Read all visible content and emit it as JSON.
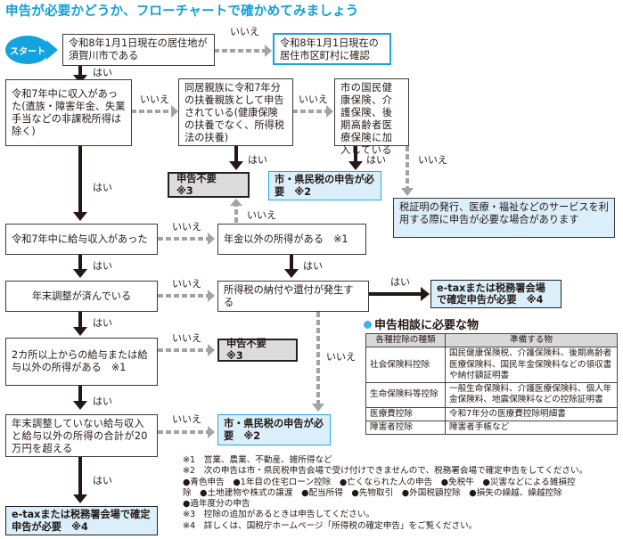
{
  "title": "申告が必要かどうか、フローチャートで確かめてみましょう",
  "start_label": "スタート",
  "answers": {
    "yes": "はい",
    "no": "いいえ"
  },
  "boxes": {
    "q_residence": "令和8年1月1日現在の居住地が須賀川市である",
    "confirm_municipality": "令和8年1月1日現在の居住市区町村に確認",
    "q_income": "令和7年中に収入があった(遺族・障害年金、失業手当などの非課税所得は除く)",
    "q_dependent": "同居親族に令和7年分の扶養親族として申告されている(健康保険の扶養でなく、所得税法の扶養)",
    "q_insurance": "市の国民健康保険、介護保険、後期高齢者医療保険に加入している",
    "not_required_1": "申告不要　※3",
    "city_tax_required_1": "市・県民税の申告が必要　※2",
    "note_certificate": "税証明の発行、医療・福祉などのサービスを利用する際に申告が必要な場合があります",
    "q_salary": "令和7年中に給与収入があった",
    "q_other_than_pension": "年金以外の所得がある　※1",
    "q_year_end": "年末調整が済んでいる",
    "q_tax_payment": "所得税の納付や還付が発生する",
    "etax_required_1": "e-taxまたは税務署会場で確定申告が必要　※4",
    "q_two_sources": "2カ所以上からの給与または給与以外の所得がある　※1",
    "not_required_2": "申告不要　※3",
    "q_over_20": "年末調整していない給与収入と給与以外の所得の合計が20万円を超える",
    "city_tax_required_2": "市・県民税の申告が必要　※2",
    "etax_required_2": "e-taxまたは税務署会場で確定申告が必要　※4"
  },
  "requirements": {
    "title": "申告相談に必要な物",
    "headers": [
      "各種控除の種類",
      "準備する物"
    ],
    "rows": [
      [
        "社会保険料控除",
        "国民健康保険税、介護保険料、後期高齢者医療保険料、国民年金保険料などの領収書や納付額証明書"
      ],
      [
        "生命保険料等控除",
        "一般生命保険料、介護医療保険料、個人年金保険料、地震保険料などの控除証明書"
      ],
      [
        "医療費控除",
        "令和7年分の医療費控除明細書"
      ],
      [
        "障害者控除",
        "障害者手帳など"
      ]
    ]
  },
  "notes": [
    "※1　営業、農業、不動産、雑所得など",
    "※2　次の申告は市・県民税申告会場で受け付けできませんので、税務署会場で確定申告をしてください。",
    "●青色申告　●1年目の住宅ローン控除　●亡くなられた人の申告　●免税牛　●災害などによる雑損控",
    "除　●土地建物や株式の譲渡　●配当所得　●先物取引　●外国税額控除　●損失の繰越、繰越控除",
    "●過年度分の申告",
    "※3　控除の追加があるときは申告してください。",
    "※4　詳しくは、国税庁ホームページ「所得税の確定申告」をご覧ください。"
  ]
}
